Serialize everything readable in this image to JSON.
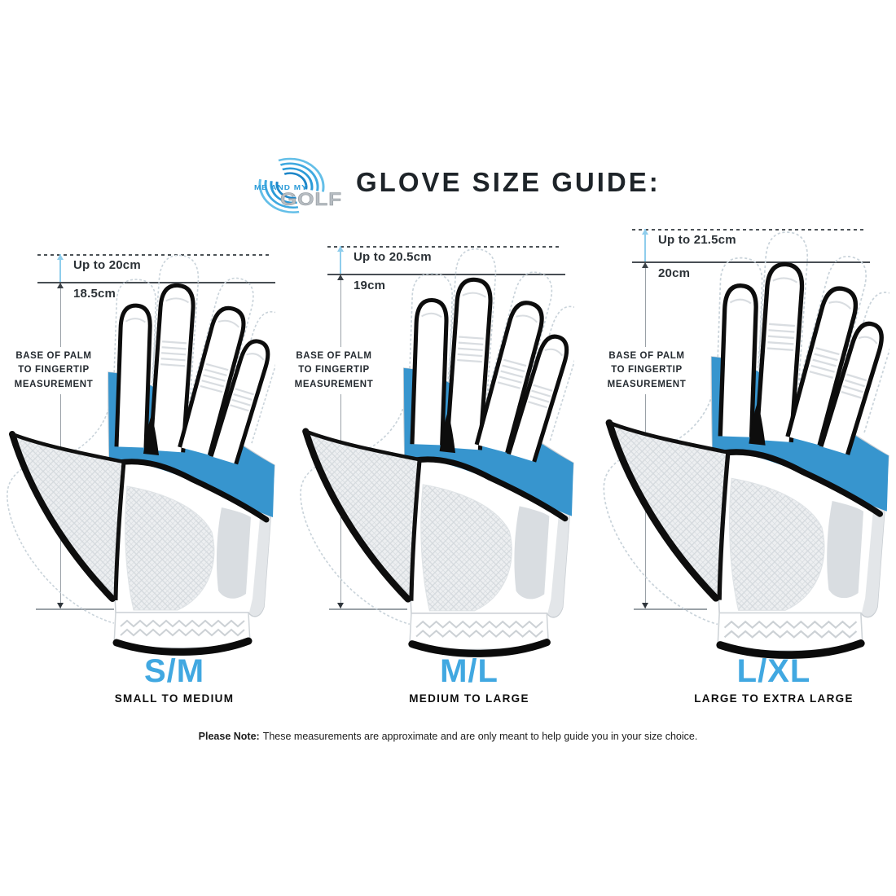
{
  "header": {
    "logo": {
      "top_text": "ME AND MY",
      "bottom_text": "GOLF"
    },
    "title": "GLOVE SIZE GUIDE:"
  },
  "measure_caption": [
    "BASE OF PALM",
    "TO FINGERTIP",
    "MEASUREMENT"
  ],
  "columns": [
    {
      "size_code": "S/M",
      "size_range": "SMALL TO MEDIUM",
      "max_hand_length": "Up to 20cm",
      "glove_length": "18.5cm"
    },
    {
      "size_code": "M/L",
      "size_range": "MEDIUM TO LARGE",
      "max_hand_length": "Up to 20.5cm",
      "glove_length": "19cm"
    },
    {
      "size_code": "L/XL",
      "size_range": "LARGE TO EXTRA LARGE",
      "max_hand_length": "Up to 21.5cm",
      "glove_length": "20cm"
    }
  ],
  "footer": {
    "note_label": "Please Note:",
    "note_text": "These measurements are approximate and are only meant to help guide you in your size choice."
  },
  "colors": {
    "accent_blue": "#3795CE",
    "size_label_blue": "#41A8E1",
    "ink": "#22272c",
    "line_gray": "#9aa1a7"
  }
}
